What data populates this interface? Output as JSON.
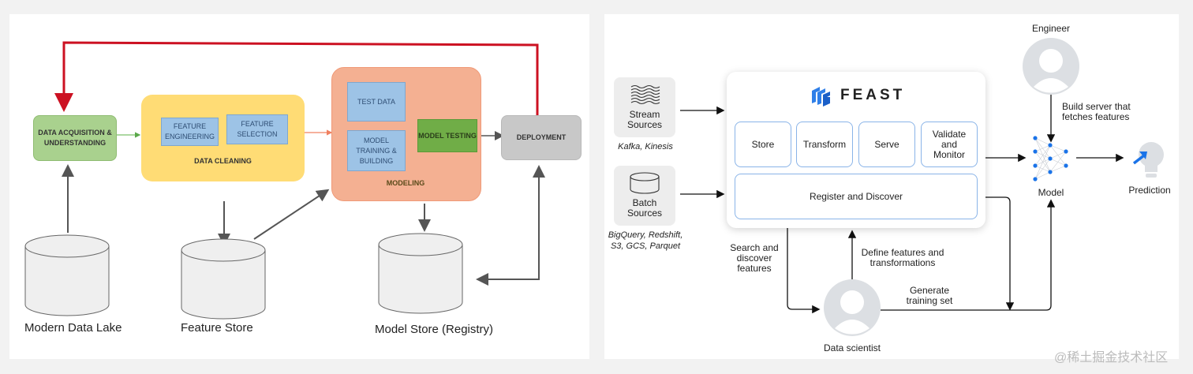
{
  "left_diagram": {
    "boxes": {
      "data_acquisition": "DATA ACQUISITION & UNDERSTANDING",
      "data_cleaning": "DATA CLEANING",
      "feature_engineering": "FEATURE ENGINEERING",
      "feature_selection": "FEATURE SELECTION",
      "modeling": "MODELING",
      "test_data": "TEST DATA",
      "model_training": "MODEL TRAINING & BUILDING",
      "model_testing": "MODEL TESTING",
      "deployment": "DEPLOYMENT"
    },
    "stores": [
      "Modern Data Lake",
      "Feature Store",
      "Model Store (Registry)"
    ],
    "colors": {
      "feedback_arrow": "#cc1122",
      "acquisition": "#a9d18e",
      "cleaning": "#ffd866",
      "modeling": "#f4b092",
      "inner_box": "#9dc3e6",
      "testing": "#70ad47",
      "deployment": "#c8c8c8"
    }
  },
  "right_diagram": {
    "feast_brand": "FEAST",
    "capabilities": [
      "Store",
      "Transform",
      "Serve",
      "Validate and Monitor"
    ],
    "register": "Register and Discover",
    "sources": [
      {
        "label": "Stream Sources",
        "examples": "Kafka, Kinesis",
        "icon": "stream-waves-icon"
      },
      {
        "label": "Batch Sources",
        "examples": "BigQuery, Redshift, S3, GCS, Parquet",
        "icon": "database-icon"
      }
    ],
    "engineer": "Engineer",
    "engineer_action": "Build server that fetches features",
    "model": "Model",
    "prediction": "Prediction",
    "data_scientist": "Data scientist",
    "search_label": "Search and discover features",
    "define_label": "Define features and transformations",
    "generate_label": "Generate training set",
    "colors": {
      "accent": "#1a73e8",
      "cell_border": "#8ab4e8",
      "avatar": "#dcdfe3"
    }
  },
  "watermark": "@稀土掘金技术社区"
}
